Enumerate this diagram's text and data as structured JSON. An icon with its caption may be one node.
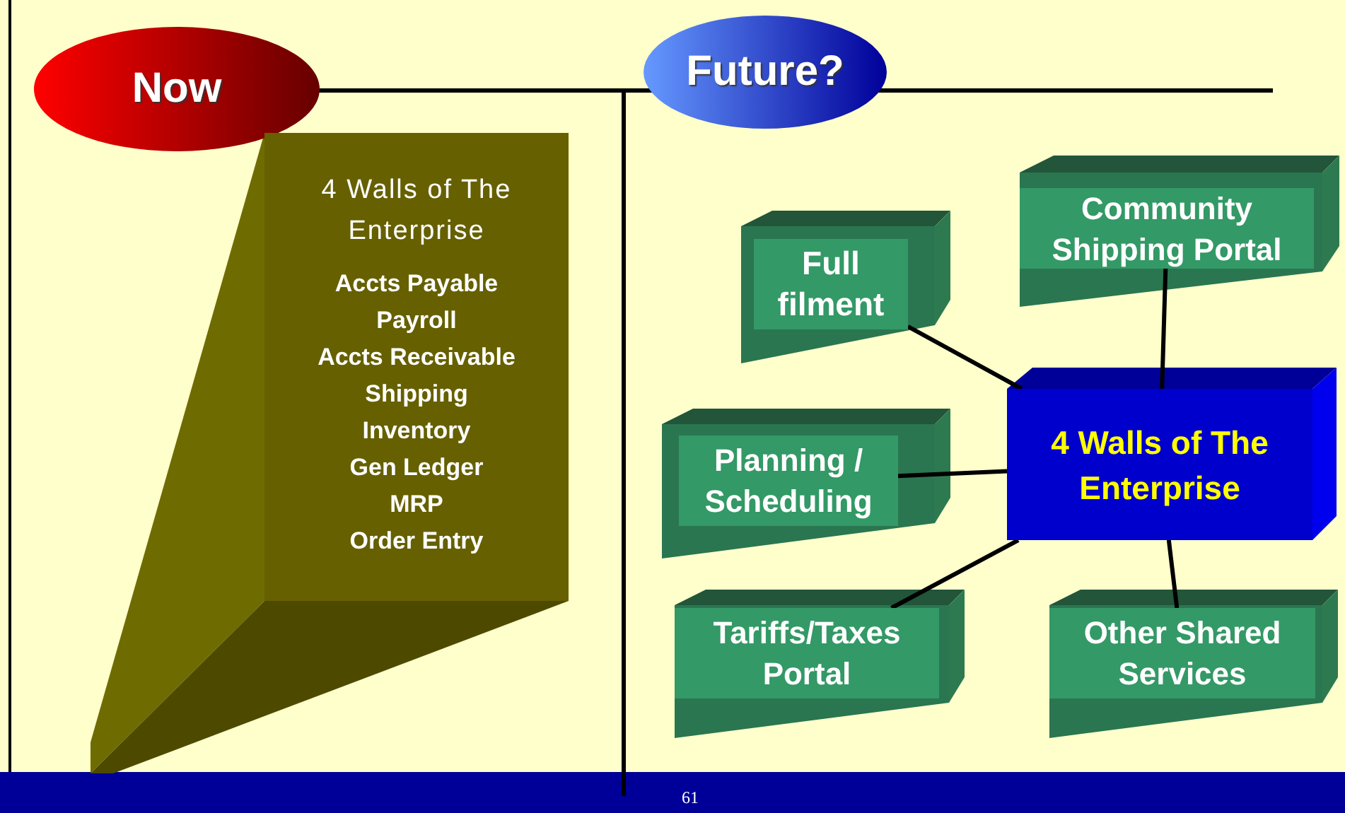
{
  "diagram": {
    "nodes": [
      {
        "text": [
          "Now"
        ]
      },
      {
        "text": [
          "Future?"
        ]
      },
      {
        "text": [
          "4 Walls of The Enterprise",
          "Accts Payable",
          "Payroll",
          "Accts Receivable",
          "Shipping",
          "Inventory",
          "Gen Ledger",
          "MRP",
          "Order Entry"
        ]
      },
      {
        "text": [
          "Full filment"
        ]
      },
      {
        "text": [
          "Community Shipping Portal"
        ]
      },
      {
        "text": [
          "4 Walls of The Enterprise"
        ]
      },
      {
        "text": [
          "Planning / Scheduling"
        ]
      },
      {
        "text": [
          "Tariffs/Taxes Portal"
        ]
      },
      {
        "text": [
          "Other Shared Services"
        ]
      }
    ],
    "edges": [
      {
        "from": 5,
        "to": 3,
        "arrow": "none"
      },
      {
        "from": 5,
        "to": 4,
        "arrow": "none"
      },
      {
        "from": 5,
        "to": 6,
        "arrow": "none"
      },
      {
        "from": 5,
        "to": 7,
        "arrow": "none"
      },
      {
        "from": 5,
        "to": 8,
        "arrow": "none"
      }
    ],
    "labels": [
      "61"
    ]
  }
}
